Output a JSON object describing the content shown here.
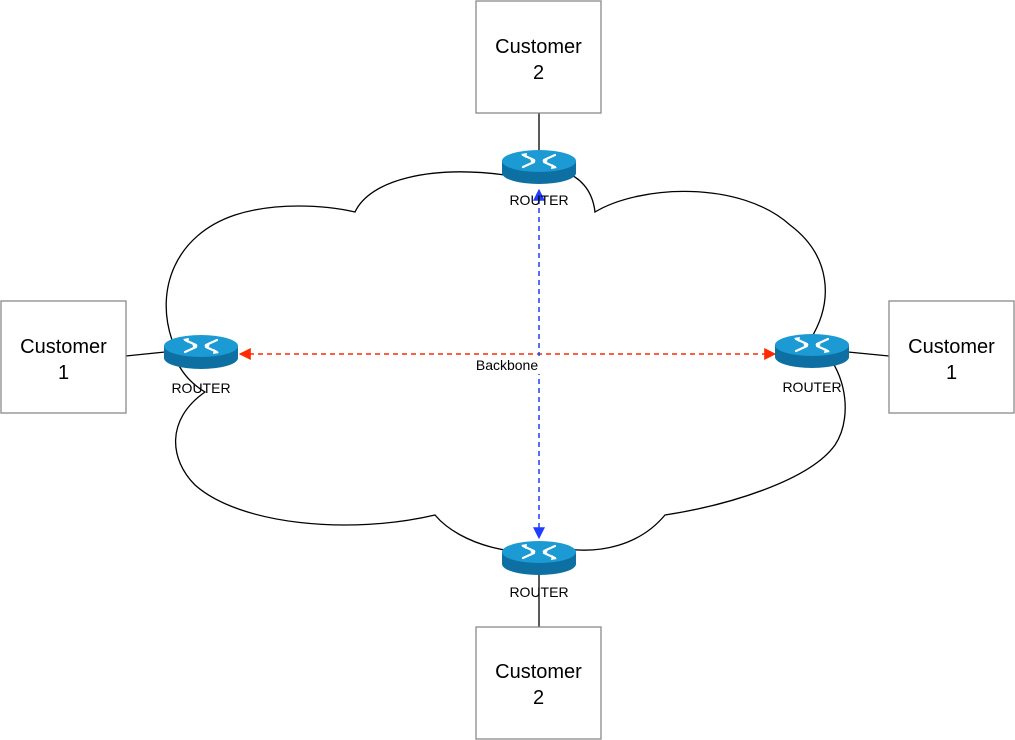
{
  "customers": {
    "top": {
      "line1": "Customer",
      "line2": "2"
    },
    "left": {
      "line1": "Customer",
      "line2": "1"
    },
    "right": {
      "line1": "Customer",
      "line2": "1"
    },
    "bottom": {
      "line1": "Customer",
      "line2": "2"
    }
  },
  "routers": {
    "top": {
      "label": "ROUTER"
    },
    "left": {
      "label": "ROUTER"
    },
    "right": {
      "label": "ROUTER"
    },
    "bottom": {
      "label": "ROUTER"
    }
  },
  "links": {
    "backbone_label": "Backbone",
    "horizontal_color": "#ff2a00",
    "vertical_color": "#1f3cff"
  },
  "colors": {
    "router_top": "#1c9ad3",
    "router_side": "#0e6fa3",
    "router_icon": "#ffffff",
    "box_border": "#8a8a8a",
    "cloud_stroke": "#000000"
  }
}
